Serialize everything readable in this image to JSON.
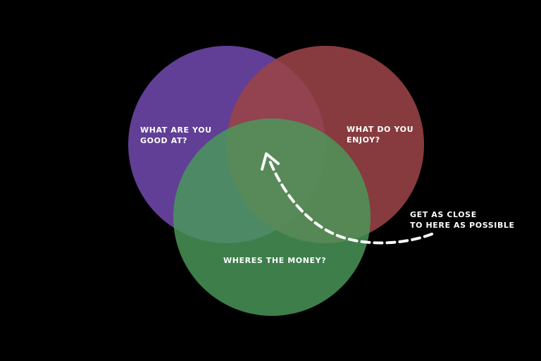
{
  "background_color": "#000000",
  "circles": [
    {
      "name": "good-at",
      "color": "#6b46a6",
      "lines": [
        "WHAT ARE YOU",
        "GOOD AT?"
      ]
    },
    {
      "name": "enjoy",
      "color": "#9a4347",
      "lines": [
        "WHAT DO YOU",
        "ENJOY?"
      ]
    },
    {
      "name": "money",
      "color": "#4a9a5a",
      "lines": [
        "WHERES THE MONEY?"
      ]
    }
  ],
  "callout": {
    "lines": [
      "GET AS CLOSE",
      "TO HERE AS POSSIBLE"
    ],
    "arrow_style": "dashed",
    "arrow_color": "#ffffff"
  },
  "text_color": "#ffffff"
}
